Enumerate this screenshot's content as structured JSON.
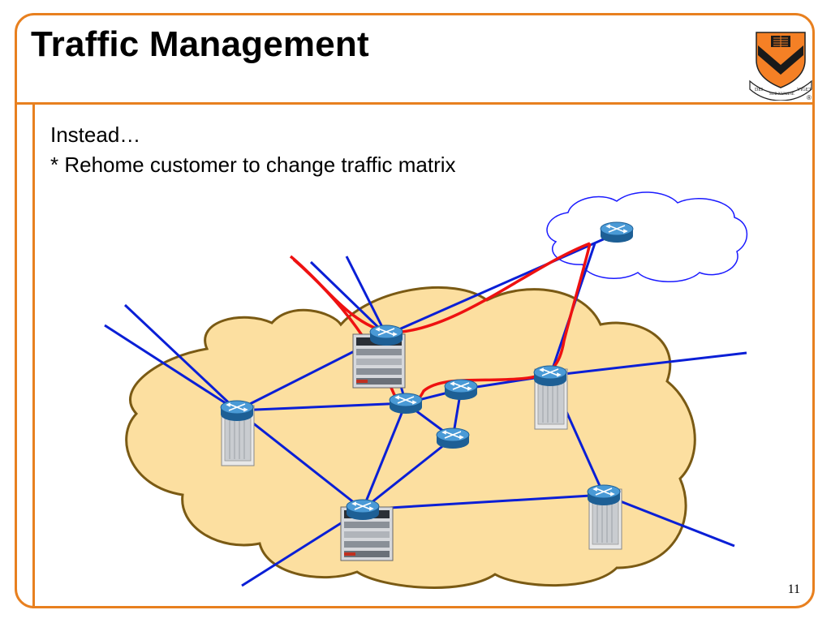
{
  "slide": {
    "title": "Traffic Management",
    "lines": [
      "Instead…",
      "* Rehome customer to change traffic matrix"
    ],
    "page_number": "11"
  },
  "logo": {
    "motto": [
      "DEI",
      "SUB NUMINE",
      "VIGET"
    ],
    "registered": "®",
    "colors": {
      "shield": "#f58025",
      "chevron": "#1a1a1a",
      "scroll": "#ffffff"
    }
  },
  "diagram": {
    "colors": {
      "frame": "#e8801f",
      "cloud_fill": "#fcdfa0",
      "cloud_stroke": "#7a5a14",
      "remote_cloud_stroke": "#1a1aff",
      "link": "#0a1fd6",
      "path": "#ee1111",
      "router": "#2a78b8"
    },
    "icons": [
      "router-icon",
      "chassis-router-icon"
    ]
  }
}
